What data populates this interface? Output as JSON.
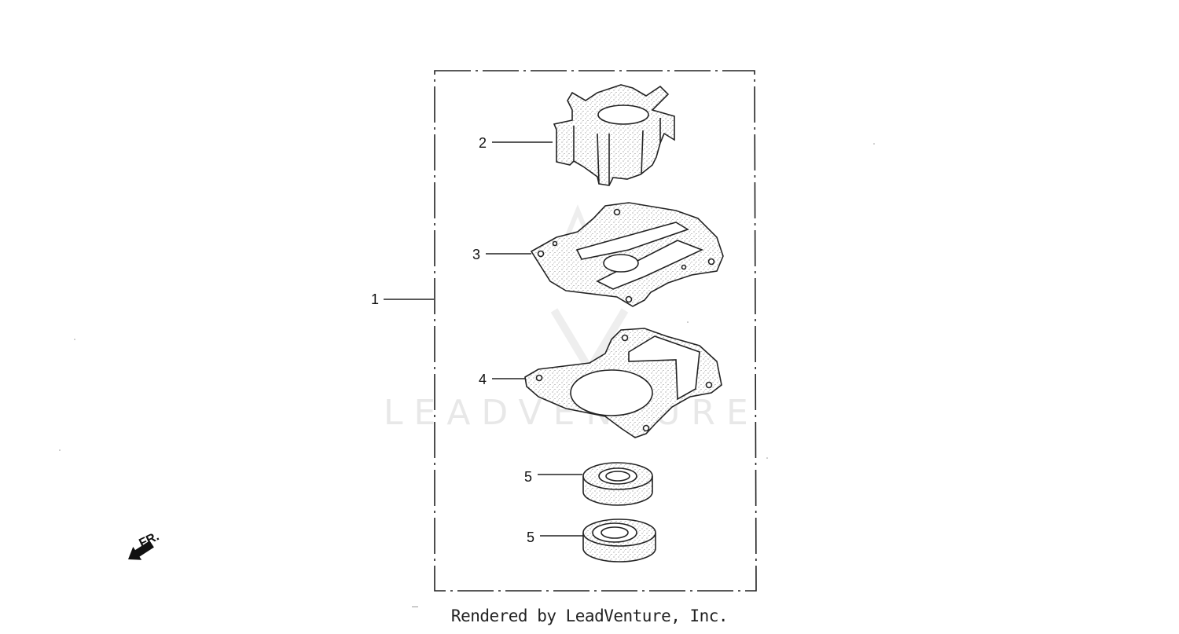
{
  "callouts": {
    "kit": "1",
    "impeller": "2",
    "gasket_upper": "3",
    "gasket_lower": "4",
    "seal_upper": "5",
    "seal_lower": "5"
  },
  "direction_label": "FR.",
  "watermark": "LEADVENTURE",
  "credit": "Rendered by LeadVenture, Inc."
}
